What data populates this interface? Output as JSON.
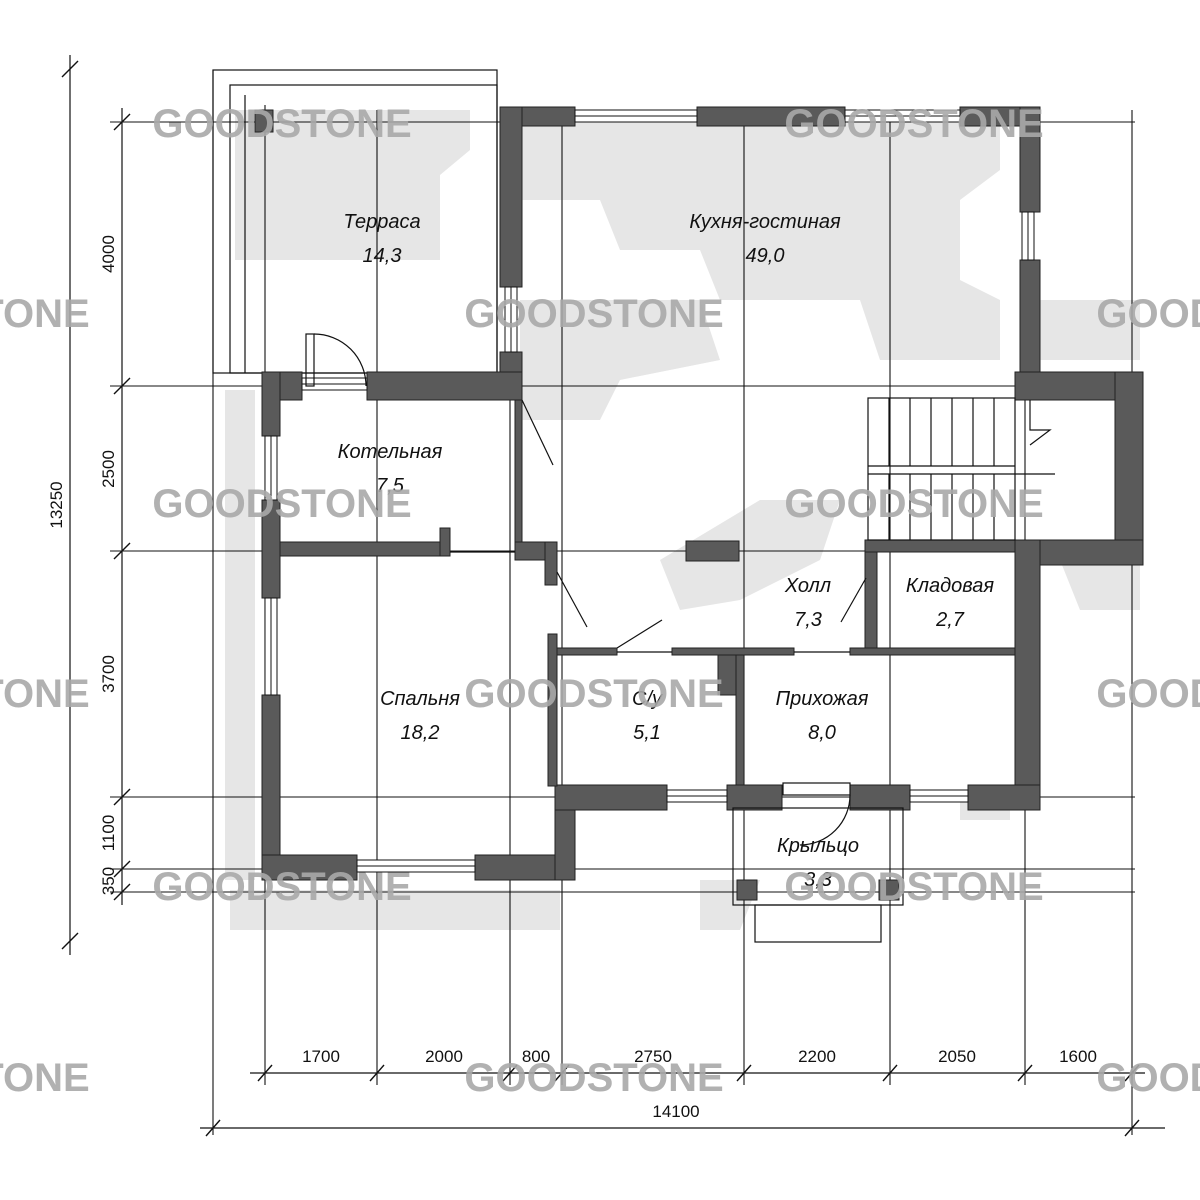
{
  "rooms": [
    {
      "name": "Терраса",
      "area": "14,3"
    },
    {
      "name": "Кухня-гостиная",
      "area": "49,0"
    },
    {
      "name": "Котельная",
      "area": "7,5"
    },
    {
      "name": "Холл",
      "area": "7,3"
    },
    {
      "name": "Кладовая",
      "area": "2,7"
    },
    {
      "name": "Спальня",
      "area": "18,2"
    },
    {
      "name": "С/у",
      "area": "5,1"
    },
    {
      "name": "Прихожая",
      "area": "8,0"
    },
    {
      "name": "Крыльцо",
      "area": "3,3"
    }
  ],
  "dimensions": {
    "horizontal": [
      "1700",
      "2000",
      "800",
      "2750",
      "2200",
      "2050",
      "1600"
    ],
    "horizontal_total": "14100",
    "vertical": [
      "4000",
      "2500",
      "3700",
      "1100",
      "350"
    ],
    "vertical_total": "13250"
  },
  "watermark": "GOODSTONE"
}
